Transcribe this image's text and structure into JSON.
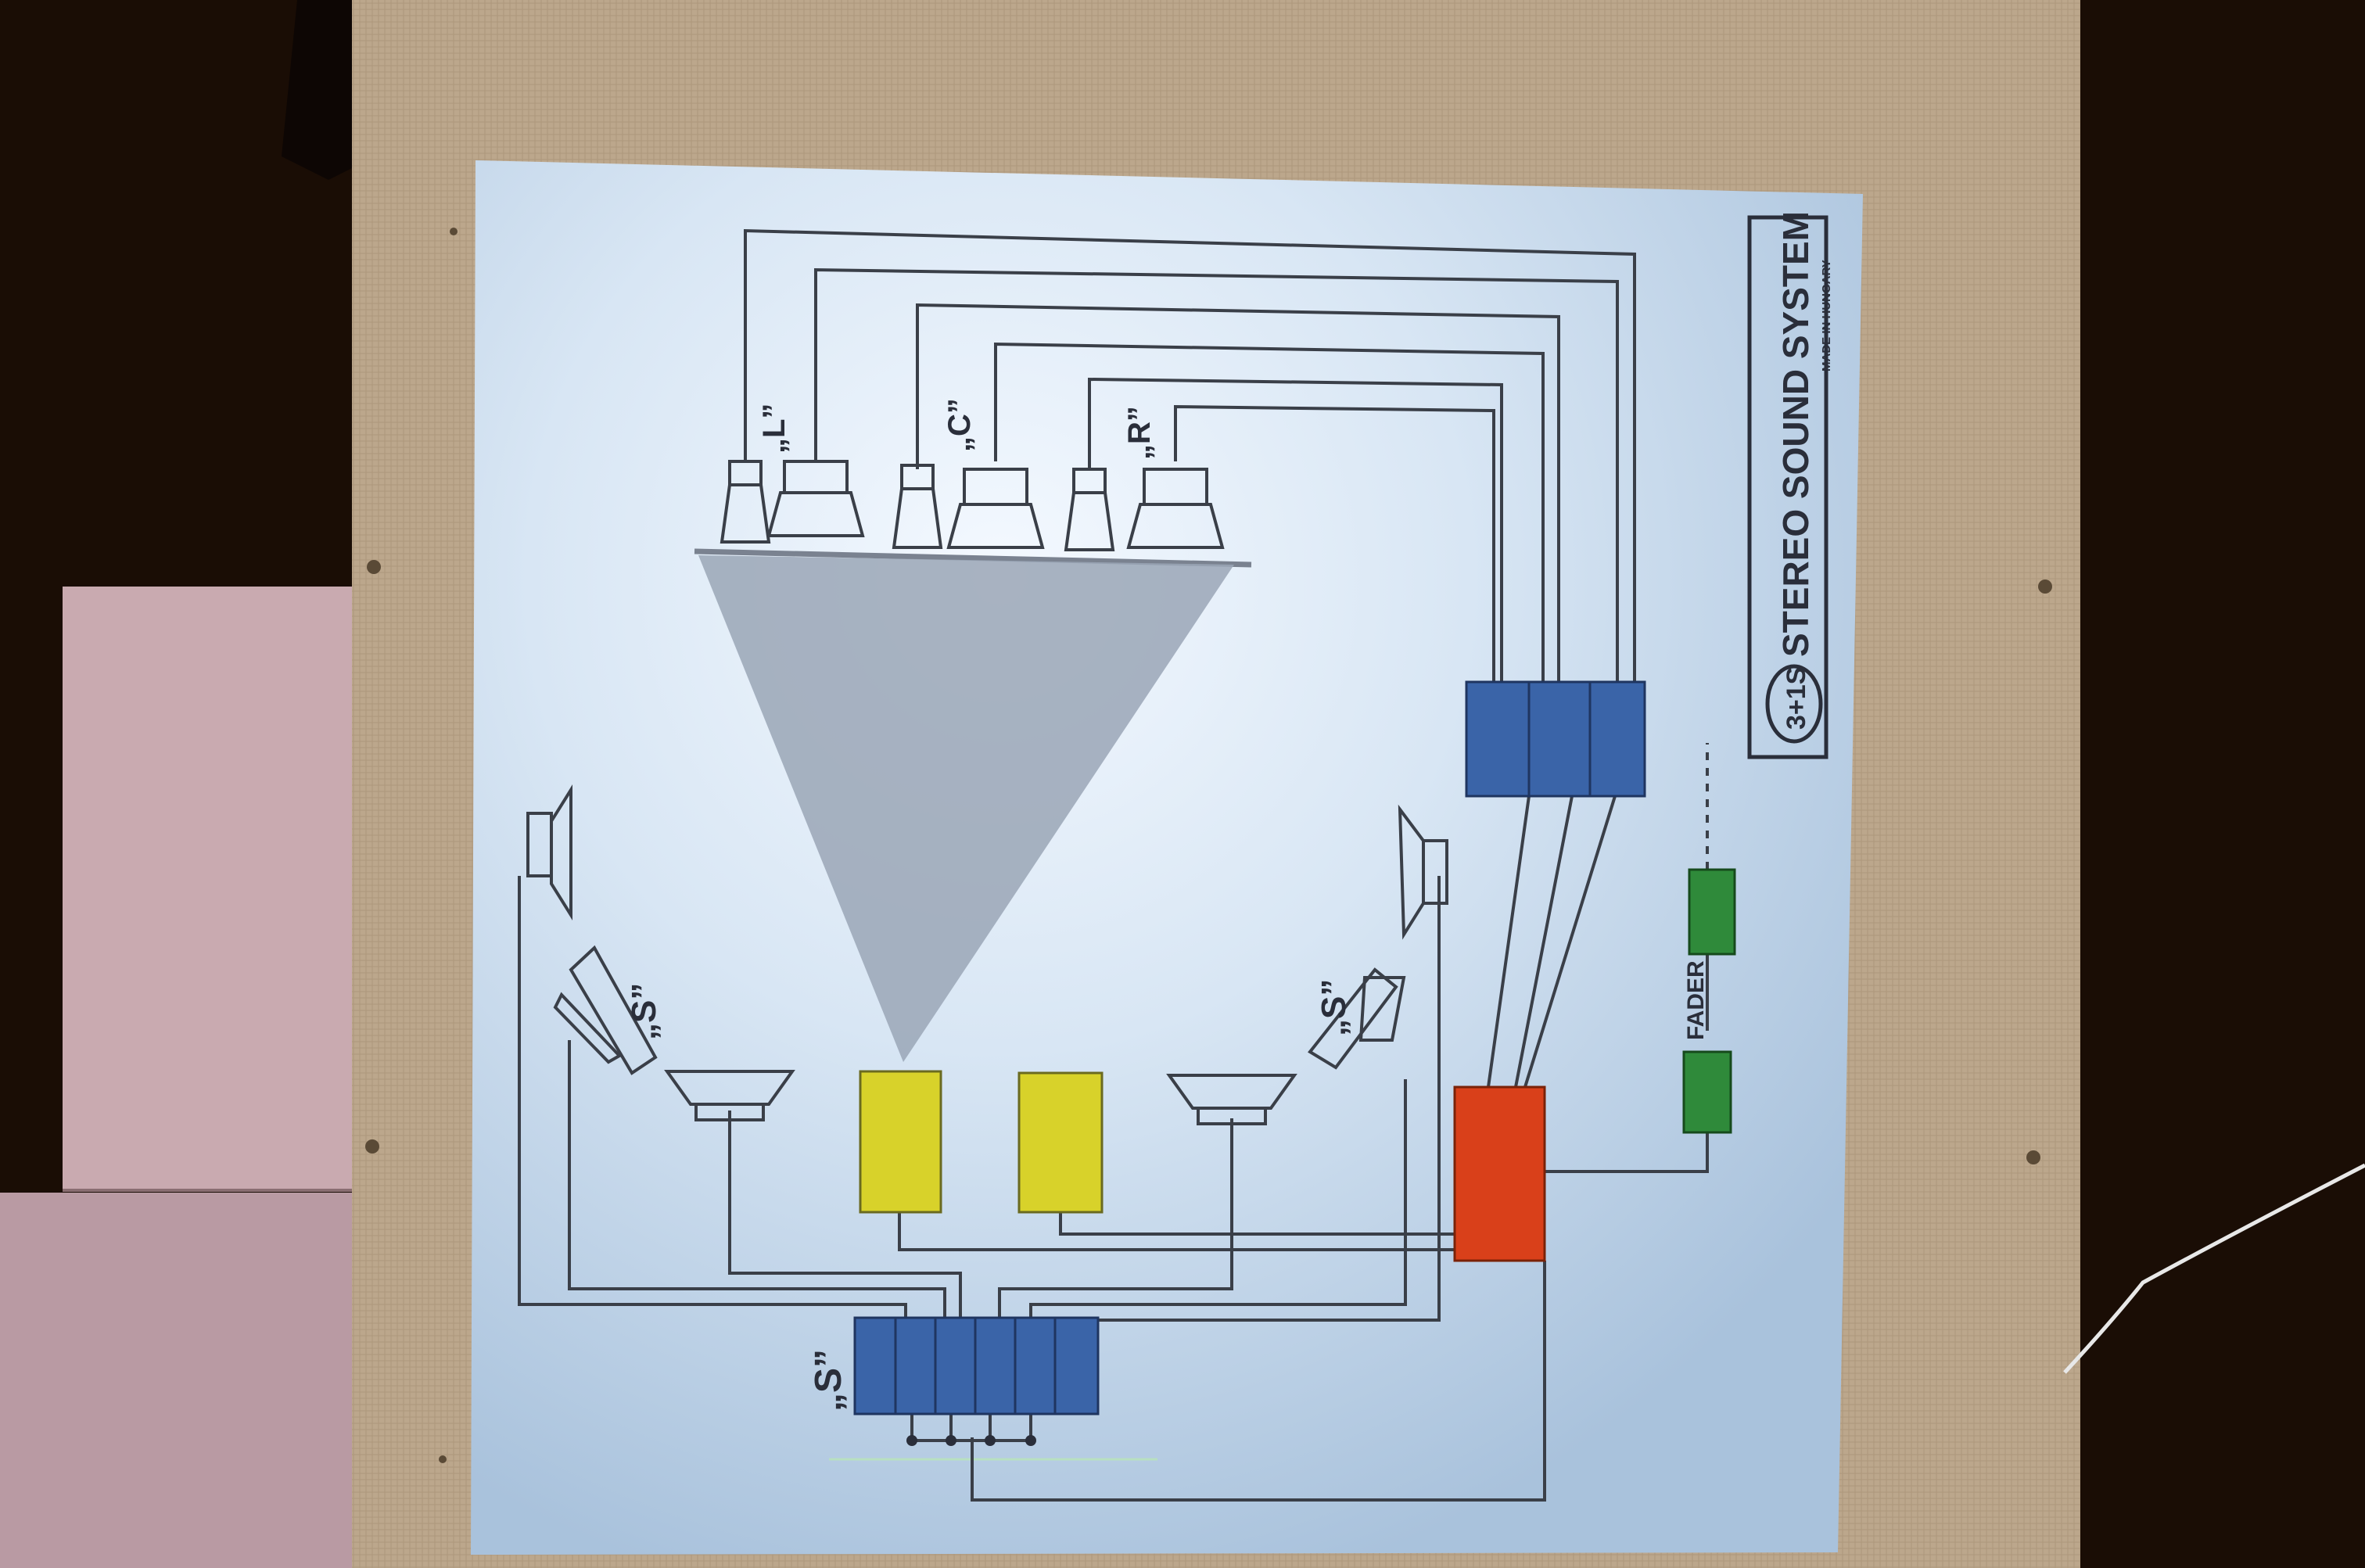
{
  "panel": {
    "logo_mark": "3+1S",
    "title": "STEREO SOUND SYSTEM",
    "subtitle": "MADE IN HUNGARY"
  },
  "front_labels": {
    "left": "„L”",
    "center": "„C”",
    "right": "„R”"
  },
  "surround_label": "„S”",
  "fader_label": "FADER",
  "colors": {
    "amp_blue": "#3a64a8",
    "decoder_red": "#d9401a",
    "projector_yellow": "#d8d22a",
    "fader_green": "#2f8a3a",
    "panel": "#d6e4f2",
    "board": "#bba68c",
    "background": "#1a0d05"
  }
}
